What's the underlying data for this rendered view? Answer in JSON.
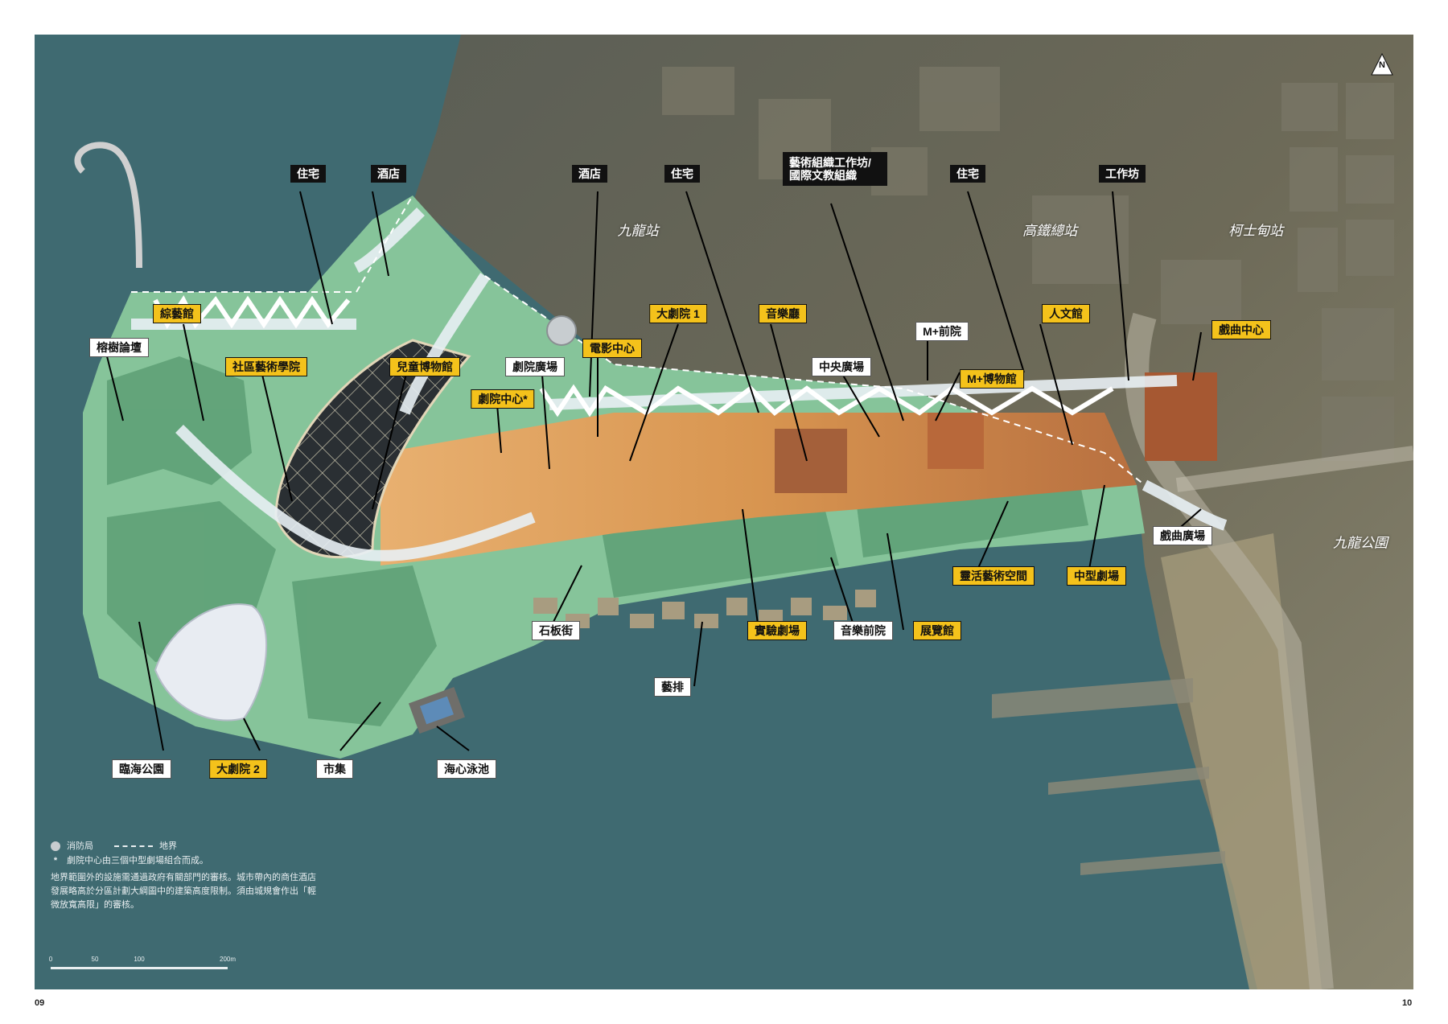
{
  "page_numbers": {
    "left": "09",
    "right": "10"
  },
  "north": "N",
  "stations": [
    {
      "key": "kowloon-station",
      "text": "九龍站"
    },
    {
      "key": "express-rail-terminus",
      "text": "高鐵總站"
    },
    {
      "key": "austin-station",
      "text": "柯士甸站"
    },
    {
      "key": "kowloon-park",
      "text": "九龍公園"
    }
  ],
  "labels": {
    "residential_1": "住宅",
    "hotel_1": "酒店",
    "hotel_2": "酒店",
    "residential_2": "住宅",
    "arts_workshop": "藝術組織工作坊/\n國際文教組織",
    "residential_3": "住宅",
    "workshop": "工作坊",
    "mega_arts": "綜藝館",
    "banyan_forum": "榕樹論壇",
    "community_arts": "社區藝術學院",
    "childrens_museum": "兒童博物館",
    "theatre_plaza": "劇院廣場",
    "film_centre": "電影中心",
    "theatre_centre": "劇院中心*",
    "grand_theatre_1": "大劇院 1",
    "concert_hall": "音樂廳",
    "central_plaza": "中央廣場",
    "m_plus_forecourt": "M+前院",
    "m_plus_museum": "M+博物館",
    "humanities_hall": "人文館",
    "xiqu_centre": "戲曲中心",
    "xiqu_plaza": "戲曲廣場",
    "flexible_space": "靈活藝術空間",
    "medium_theatre": "中型劇場",
    "stone_street": "石板街",
    "experimental_theatre": "實驗劇場",
    "concert_forecourt": "音樂前院",
    "exhibition_hall": "展覽館",
    "art_rafts": "藝排",
    "waterfront_park": "臨海公園",
    "grand_theatre_2": "大劇院 2",
    "market": "市集",
    "harbour_pool": "海心泳池"
  },
  "legend": {
    "fire_station": "消防局",
    "boundary": "地界",
    "asterisk": "*",
    "theatre_note": "劇院中心由三個中型劇場組合而成。",
    "note": "地界範圍外的設施需通過政府有關部門的審核。城市帶內的商住酒店發展略高於分區計劃大綱圖中的建築高度限制。須由城規會作出「輕微放寬高限」的審核。"
  },
  "scale": {
    "ticks": [
      "0",
      "50",
      "100",
      "200m"
    ]
  },
  "colors": {
    "water": "#3f6a71",
    "park": "#86c49a",
    "labels_yellow": "#f4c21b",
    "labels_black": "#111111",
    "building_orange": "#e0a060"
  }
}
